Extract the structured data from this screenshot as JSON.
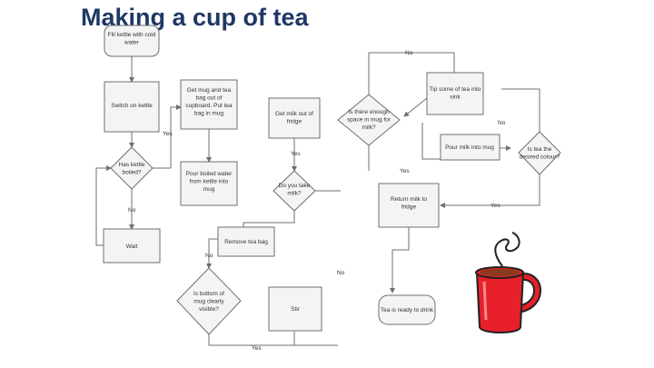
{
  "title": "Making a cup of tea",
  "nodes": {
    "fill_kettle": [
      "Fill kettle with cold",
      "water"
    ],
    "switch_kettle": [
      "Switch on kettle"
    ],
    "get_mug": [
      "Get mug and tea",
      "bag out of",
      "cupboard. Put tea",
      "bag in mug"
    ],
    "kettle_boiled": [
      "Has kettle",
      "boiled?"
    ],
    "pour_water": [
      "Pour boiled water",
      "from kettle into",
      "mug"
    ],
    "get_milk": [
      "Get milk out of",
      "fridge"
    ],
    "enough_space": [
      "Is there enough",
      "space in mug for",
      "milk?"
    ],
    "tip_tea": [
      "Tip some of tea into",
      "sink"
    ],
    "pour_milk": [
      "Pour milk into mug"
    ],
    "right_colour": [
      "Is tea the",
      "desired colour?"
    ],
    "take_milk": [
      "Do you take",
      "milk?"
    ],
    "return_milk": [
      "Return milk to",
      "fridge"
    ],
    "wait": [
      "Wait"
    ],
    "remove_bag": [
      "Remove tea bag"
    ],
    "bottom_visible": [
      "Is bottom of",
      "mug clearly",
      "visible?"
    ],
    "stir": [
      "Stir"
    ],
    "ready": [
      "Tea is ready to drink"
    ]
  },
  "edge_labels": {
    "space_no": "No",
    "boiled_yes": "Yes",
    "take_milk_yes": "Yes",
    "colour_no": "No",
    "space_yes": "Yes",
    "colour_yes": "Yes",
    "boiled_no": "No",
    "bottom_no": "No",
    "take_milk_no": "No",
    "bottom_yes": "Yes"
  },
  "colors": {
    "title": "#1f3864",
    "mug_body": "#e8202a",
    "steam": "#222222"
  }
}
